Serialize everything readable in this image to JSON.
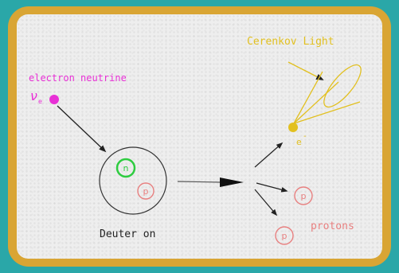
{
  "labels": {
    "neutrino_title": "electron neutrine",
    "neutrino_symbol": "ν",
    "neutrino_subscript": "e",
    "neutron": "n",
    "proton": "p",
    "deuteron": "Deuter on",
    "cerenkov": "Cerenkov Light",
    "electron": "e",
    "electron_sup": "-",
    "protons": "protons"
  },
  "colors": {
    "background": "#2aa7a8",
    "frame": "#d9a534",
    "board": "#eeeeee",
    "neutrino": "#e830d6",
    "neutron": "#2ecc40",
    "proton": "#e88080",
    "cerenkov": "#e2c020",
    "line": "#222222"
  }
}
